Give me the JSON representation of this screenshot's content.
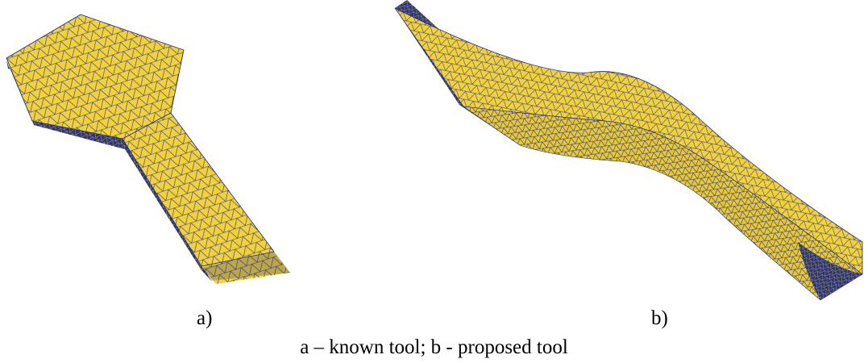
{
  "figure": {
    "panels": [
      {
        "label": "a)"
      },
      {
        "label": "b)"
      }
    ],
    "caption": "a – known tool; b - proposed tool"
  },
  "colors": {
    "mesh_face": "#f2d23a",
    "mesh_face_dark": "#d9b92a",
    "mesh_edge": "#1f2a8a",
    "mesh_shadow": "#1a237e",
    "background": "#ffffff"
  }
}
